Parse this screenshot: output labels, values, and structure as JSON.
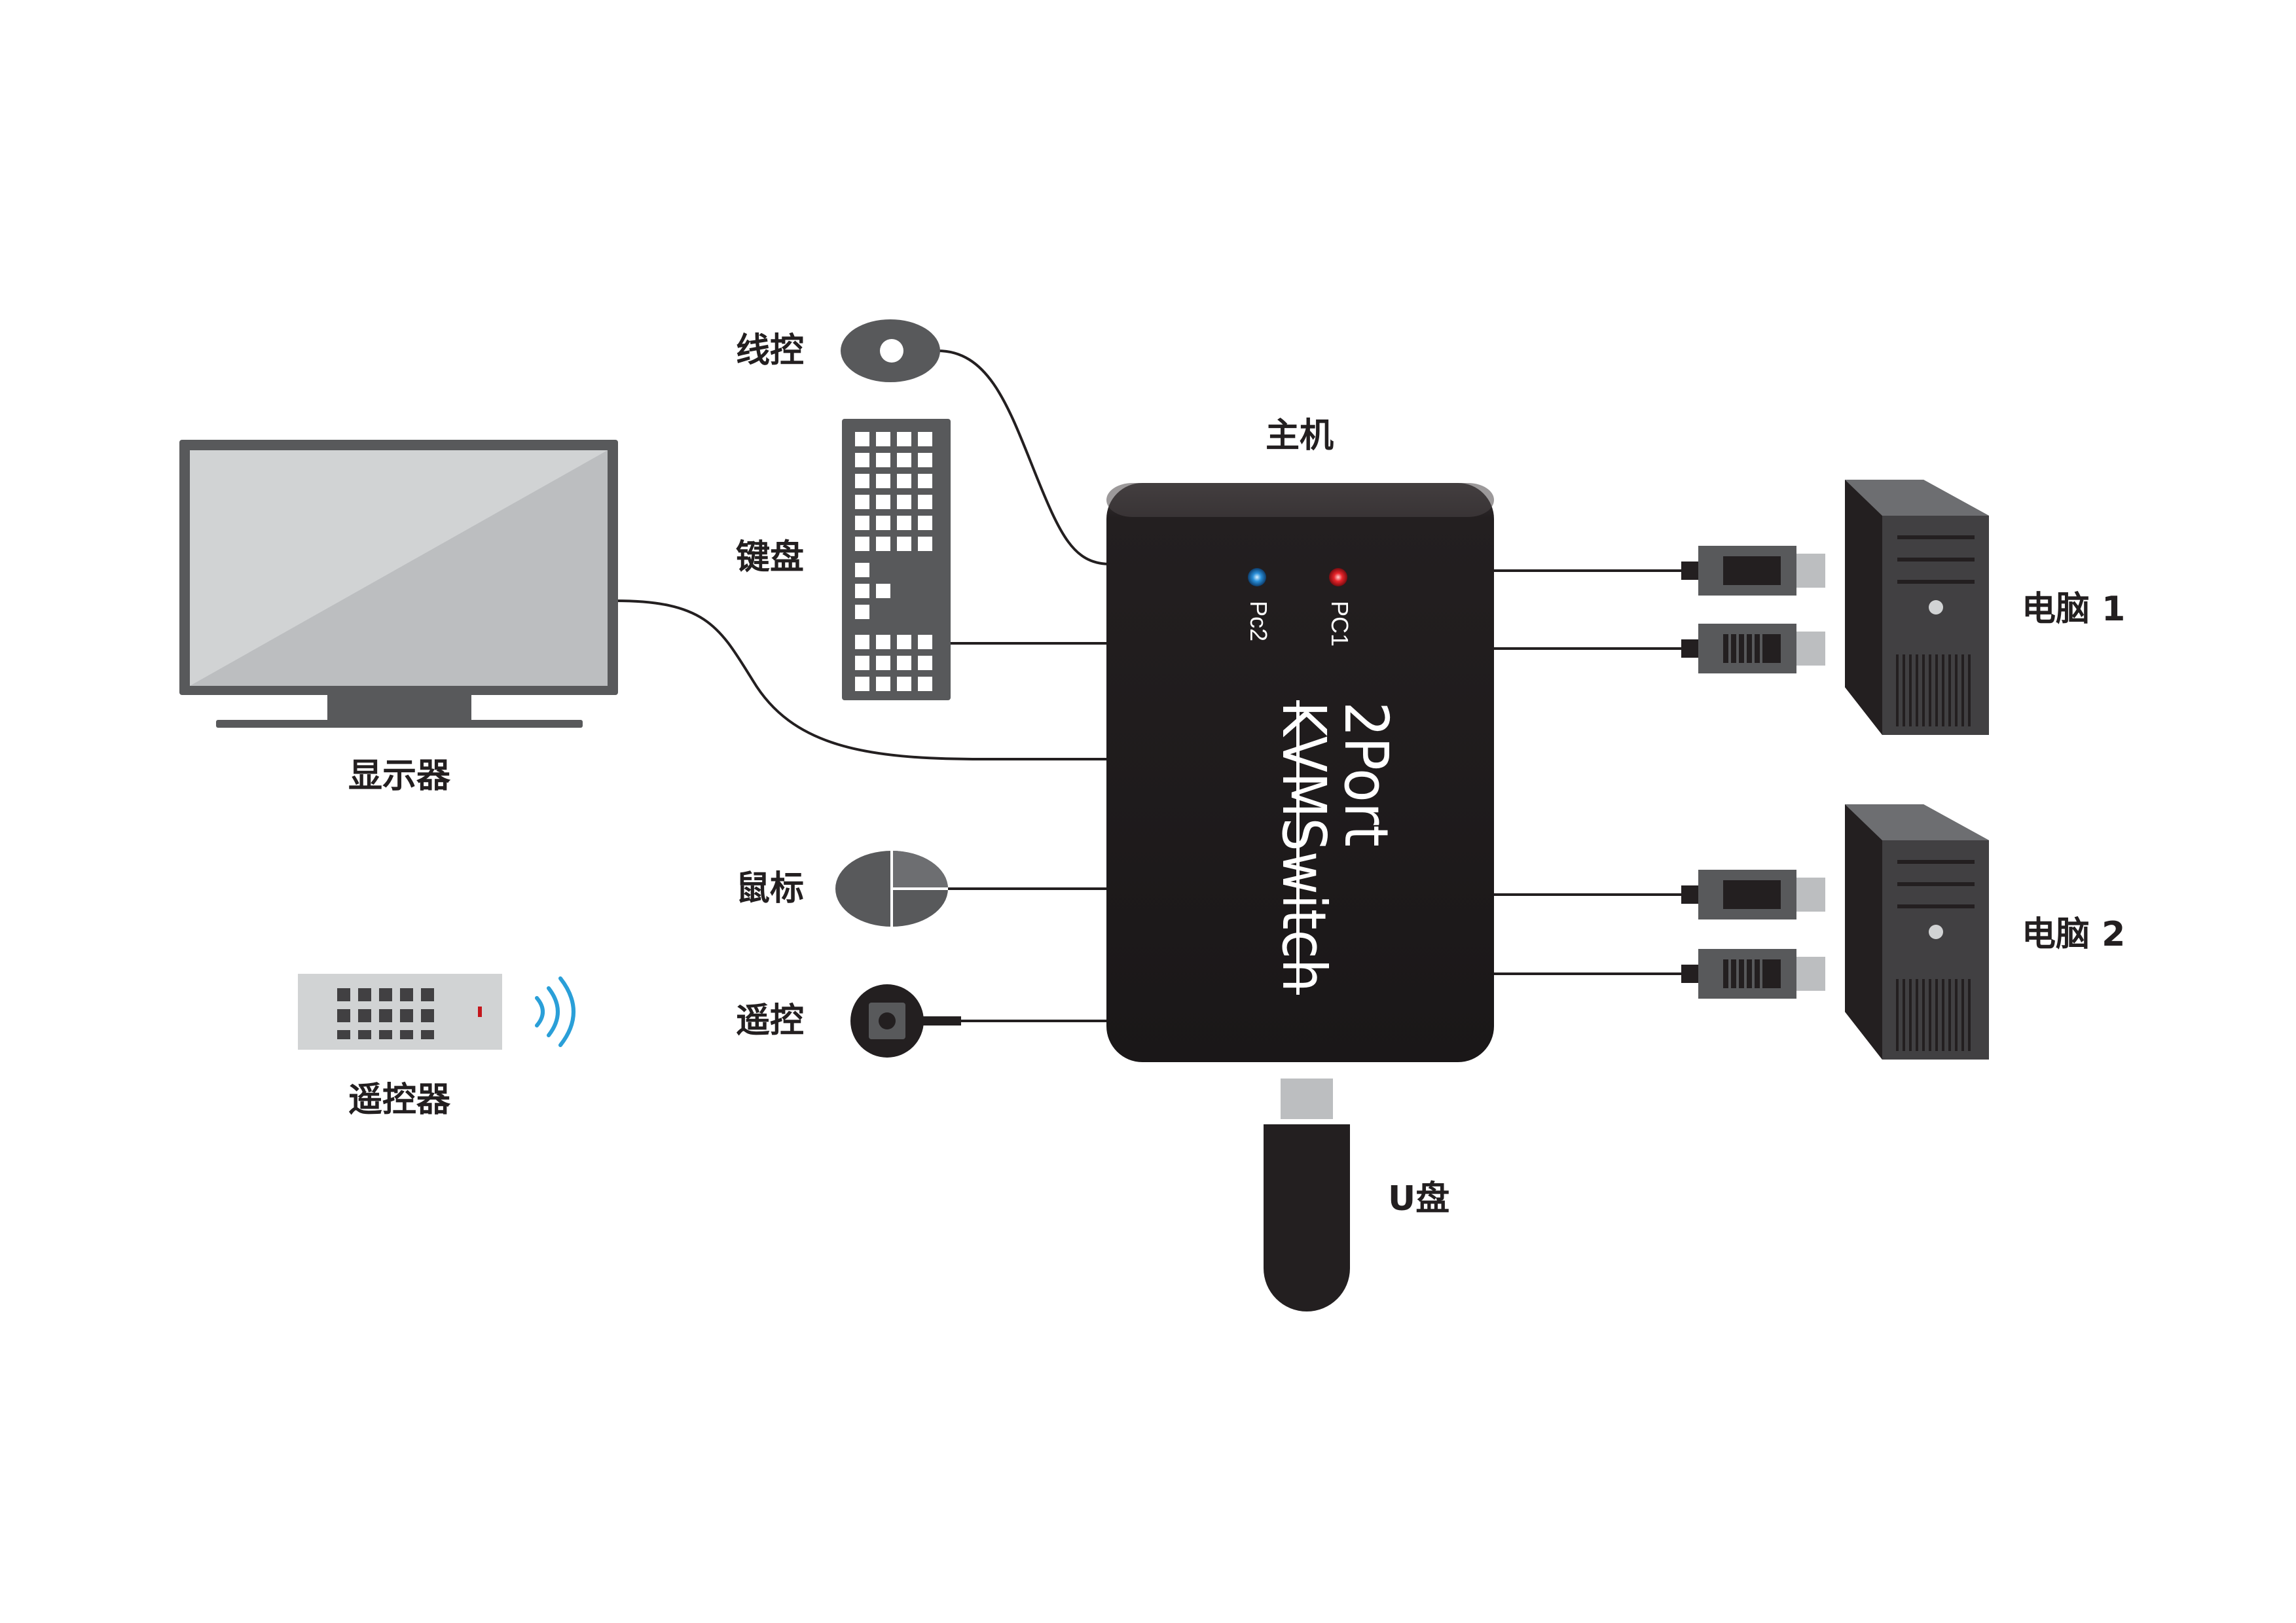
{
  "labels": {
    "monitor": "显示器",
    "remote_controller": "遥控器",
    "wired_control": "线控",
    "keyboard": "键盘",
    "mouse": "鼠标",
    "remote": "遥控",
    "host": "主机",
    "pc1": "电脑 1",
    "pc2": "电脑 2",
    "usb_drive": "U盘"
  },
  "switch": {
    "title_line1": "2Port",
    "title_line2": "KVMSwitch",
    "led_pc1": "PC1",
    "led_pc2": "Pc2"
  },
  "colors": {
    "switch_body": "#231f20",
    "device_gray": "#58595b",
    "screen_gray": "#d1d3d4",
    "led_red": "#e8242a",
    "led_blue": "#2a8fd8",
    "signal_blue": "#2a9fd8",
    "remote_body": "#d1d3d4",
    "remote_dot": "#c4161c"
  },
  "icons": [
    "monitor-icon",
    "remote-controller-icon",
    "wireless-signal-icon",
    "wired-control-icon",
    "keyboard-icon",
    "mouse-icon",
    "remote-receiver-icon",
    "kvm-switch-icon",
    "usb-drive-icon",
    "pc-tower-icon",
    "usb-connector-icon"
  ]
}
